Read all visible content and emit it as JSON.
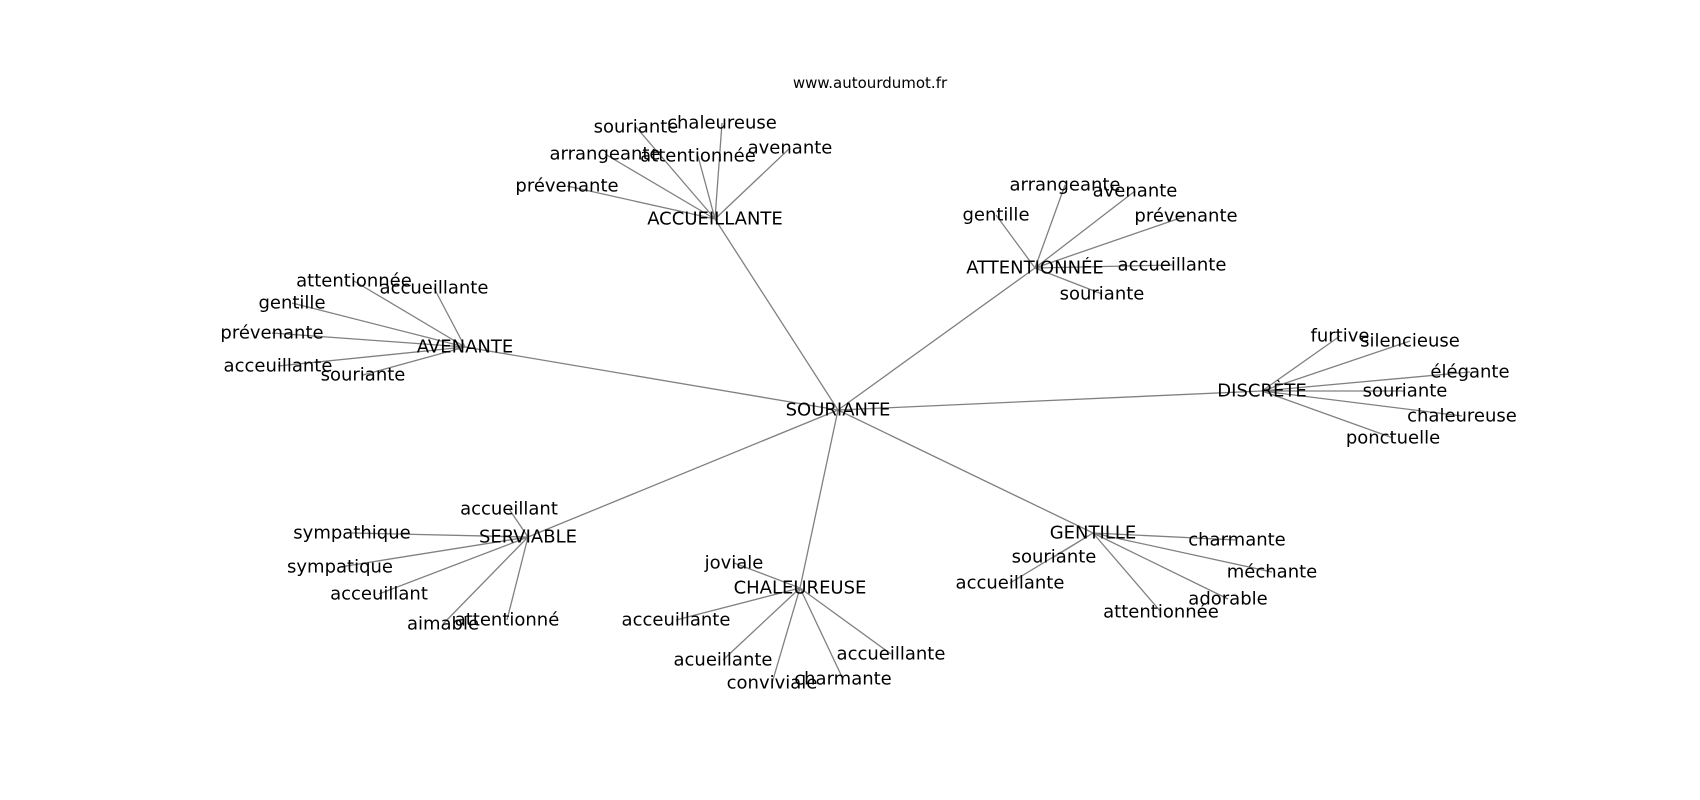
{
  "title": "www.autourdumot.fr",
  "center": "SOURIANTE",
  "edge_color": "#808080",
  "clusters": [
    {
      "label": "ACCUEILLANTE",
      "leaves": [
        "souriante",
        "chaleureuse",
        "arrangeante",
        "attentionnée",
        "avenante",
        "prévenante"
      ]
    },
    {
      "label": "ATTENTIONNÉE",
      "leaves": [
        "arrangeante",
        "avenante",
        "gentille",
        "prévenante",
        "accueillante",
        "souriante"
      ]
    },
    {
      "label": "AVENANTE",
      "leaves": [
        "attentionnée",
        "accueillante",
        "gentille",
        "prévenante",
        "acceuillante",
        "souriante"
      ]
    },
    {
      "label": "DISCRÈTE",
      "leaves": [
        "furtive",
        "silencieuse",
        "élégante",
        "souriante",
        "chaleureuse",
        "ponctuelle"
      ]
    },
    {
      "label": "SERVIABLE",
      "leaves": [
        "accueillant",
        "sympathique",
        "sympatique",
        "acceuillant",
        "aimable",
        "attentionné"
      ]
    },
    {
      "label": "CHALEUREUSE",
      "leaves": [
        "joviale",
        "acceuillante",
        "accueillante",
        "acueillante",
        "charmante",
        "conviviale"
      ]
    },
    {
      "label": "GENTILLE",
      "leaves": [
        "charmante",
        "souriante",
        "méchante",
        "accueillante",
        "adorable",
        "attentionnée"
      ]
    }
  ]
}
